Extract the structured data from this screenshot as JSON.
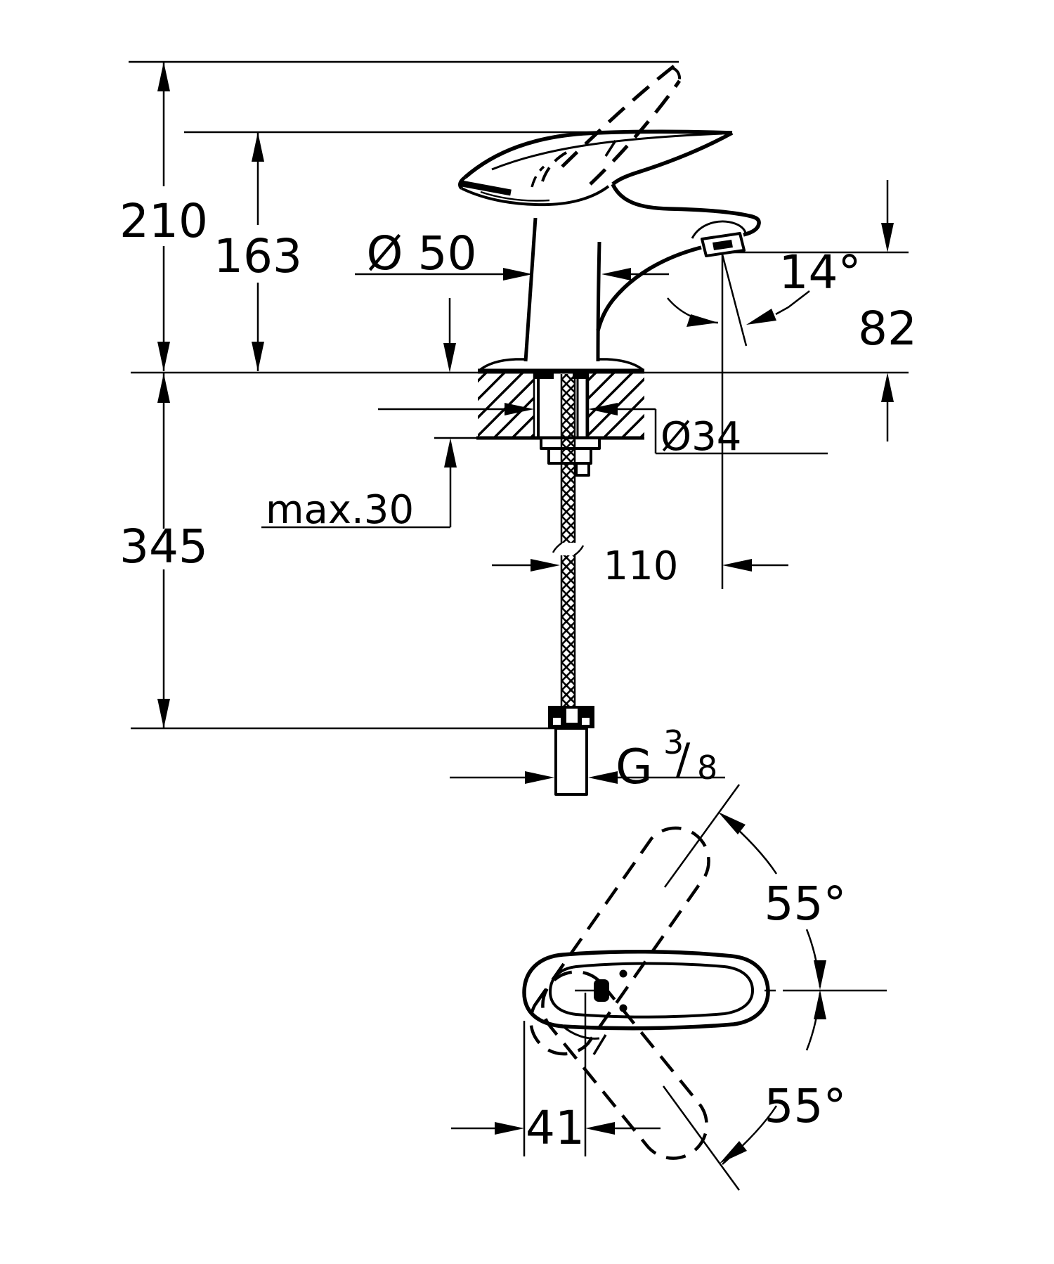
{
  "page": {
    "background": "#ffffff",
    "ink": "#000000"
  },
  "drawing": {
    "type": "technical-dimension-drawing",
    "subject": "single-lever basin mixer faucet, side section view and handle top view",
    "dimensions": {
      "overall_height": "210",
      "handle_top_height": "163",
      "base_diameter": "Ø 50",
      "spout_angle": "14°",
      "spout_outlet_height": "82",
      "hole_diameter": "Ø34",
      "max_deck_thickness": "max.30",
      "hose_length": "345",
      "spout_reach": "110",
      "thread_g": "G",
      "thread_numerator": "3",
      "thread_slash": "/",
      "thread_denominator": "8",
      "handle_back_offset": "41",
      "handle_swing_up": "55°",
      "handle_swing_down": "55°"
    }
  }
}
